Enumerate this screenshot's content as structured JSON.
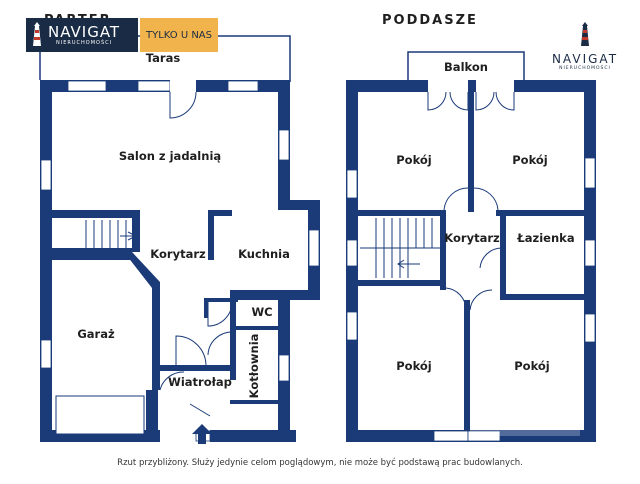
{
  "branding": {
    "name": "NAVIGAT",
    "subtitle": "NIERUCHOMOŚCI",
    "badge": "TYLKO U NAS"
  },
  "floors": {
    "ground": {
      "title": "PARTER",
      "rooms": {
        "terrace": "Taras",
        "living": "Salon z jadalnią",
        "corridor": "Korytarz",
        "kitchen": "Kuchnia",
        "wc": "WC",
        "garage": "Garaż",
        "boiler": "Kotłownia",
        "vestibule": "Wiatrołap"
      }
    },
    "attic": {
      "title": "PODDASZE",
      "rooms": {
        "balcony": "Balkon",
        "room_tl": "Pokój",
        "room_tr": "Pokój",
        "corridor": "Korytarz",
        "bathroom": "Łazienka",
        "room_bl": "Pokój",
        "room_br": "Pokój"
      }
    }
  },
  "footer": "Rzut przybliżony. Służy jedynie celom poglądowym, nie może być podstawą prac budowlanych.",
  "colors": {
    "wall": "#1a3a78",
    "logo_bg": "#1a2b45",
    "badge_bg": "#f1b44c"
  }
}
